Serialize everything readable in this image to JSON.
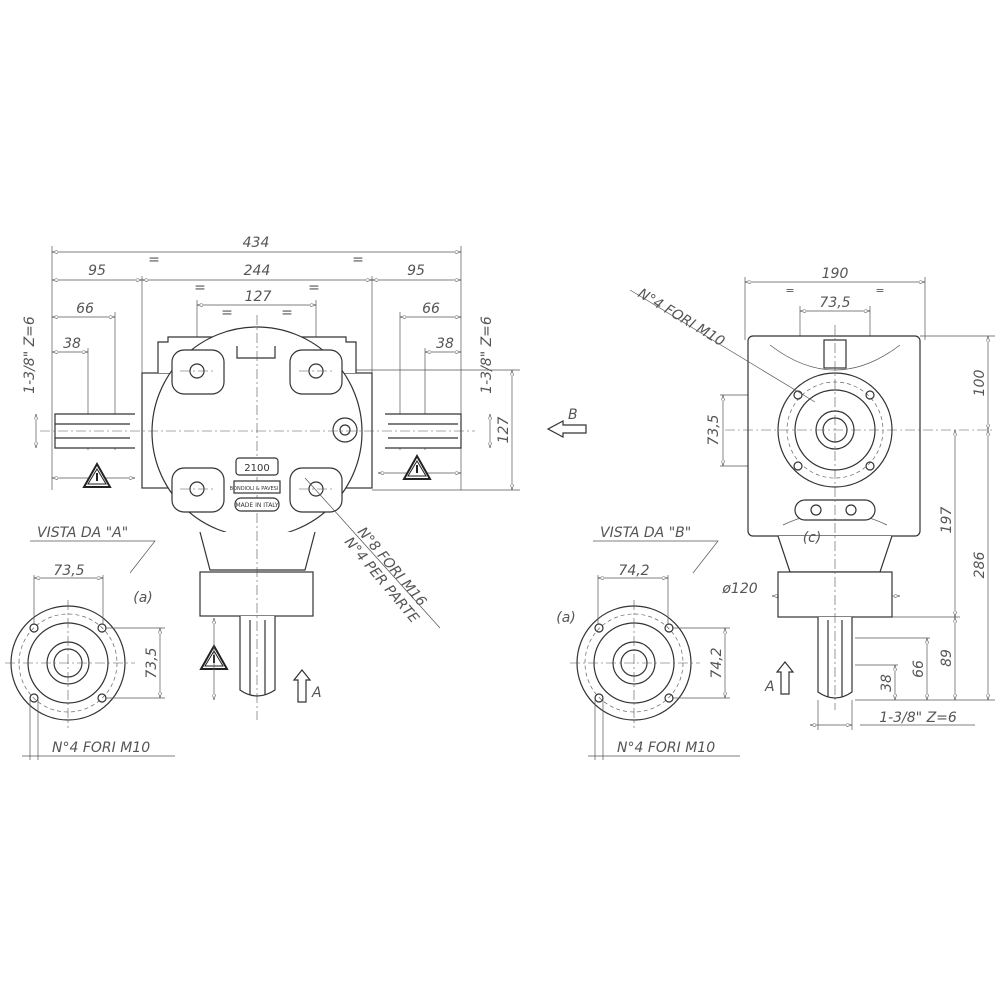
{
  "front_view": {
    "dim_overall": "434",
    "dim_side_left": "95",
    "dim_center": "244",
    "dim_side_right": "95",
    "dim_bolt_spacing": "127",
    "dim_shaft_left_66": "66",
    "dim_shaft_left_38": "38",
    "dim_shaft_right_66": "66",
    "dim_shaft_right_38": "38",
    "spline_left": "1-3/8\" Z=6",
    "spline_right": "1-3/8\" Z=6",
    "dim_vertical_127": "127",
    "equal_sign": "=",
    "ratio_plate": "2100",
    "brand_plate": "BONDIOLI & PAVESI",
    "origin_plate": "MADE IN ITALY",
    "holes_note_line1": "N°8 FORI M16",
    "holes_note_line2": "N°4 PER PARTE",
    "view_arrow_label": "A"
  },
  "view_a": {
    "title": "VISTA DA \"A\"",
    "dim_h": "73,5",
    "dim_v": "73,5",
    "flange_label": "(a)",
    "holes_note": "N°4 FORI M10"
  },
  "side_view": {
    "dim_width": "190",
    "dim_bolt": "73,5",
    "dim_bolt_v": "73,5",
    "holes_note": "N°4 FORI M10",
    "dim_100": "100",
    "dim_197": "197",
    "dim_286": "286",
    "dim_89": "89",
    "dim_66": "66",
    "dim_38": "38",
    "dim_dia": "ø120",
    "spline": "1-3/8\" Z=6",
    "label_c": "(c)",
    "view_arrow_b": "B",
    "view_arrow_a": "A"
  },
  "view_b": {
    "title": "VISTA DA \"B\"",
    "dim_h": "74,2",
    "dim_v": "74,2",
    "flange_label": "(a)",
    "holes_note": "N°4 FORI M10"
  }
}
